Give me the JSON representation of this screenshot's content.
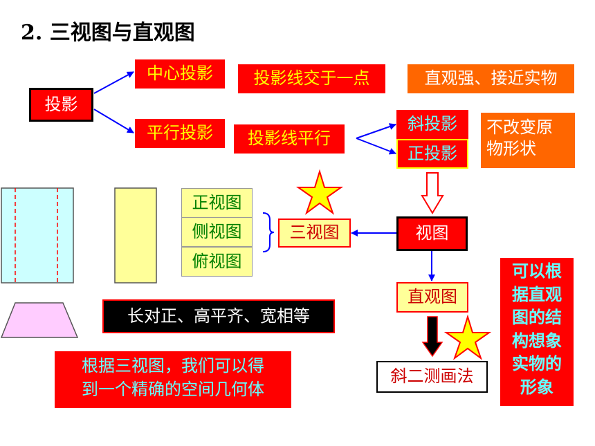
{
  "title": "2. 三视图与直观图",
  "nodes": {
    "touying": "投影",
    "zhongxin": "中心投影",
    "zhongxin_desc": "投影线交于一点",
    "zhongxin_feature": "直观强、接近实物",
    "pingxing": "平行投影",
    "pingxing_desc": "投影线平行",
    "xie": "斜投影",
    "zheng": "正投影",
    "pingxing_feature": [
      "不改变原",
      "物形状"
    ],
    "shitu": "视图",
    "sanshitu": "三视图",
    "views": [
      "正视图",
      "侧视图",
      "俯视图"
    ],
    "zhiguantu": "直观图",
    "xieer": "斜二测画法",
    "rule": "长对正、高平齐、宽相等",
    "note_left": [
      "根据三视图，我们可以得",
      "到一个精确的空间几何体"
    ],
    "note_right": [
      "可以根",
      "据直观",
      "图的结",
      "构想象",
      "实物的",
      "形象"
    ]
  },
  "colors": {
    "red": "#ff0000",
    "orange": "#ff6600",
    "arrow_blue": "#0000ff",
    "star": "#ffff00",
    "pale_yellow": "#ffff99",
    "light_cyan": "#ccffff",
    "pink": "#ffccff"
  }
}
